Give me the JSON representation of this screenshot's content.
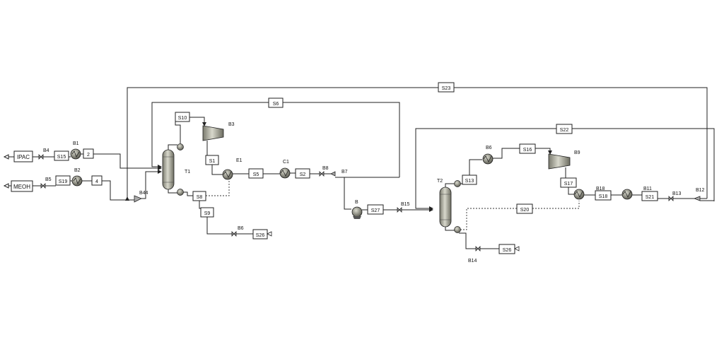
{
  "feeds": {
    "ipac": "IPAC",
    "meoh": "MEOH"
  },
  "streams": {
    "s1": "S1",
    "s2": "S2",
    "s5": "S5",
    "s6": "S6",
    "s8": "S8",
    "s9": "S9",
    "s10": "S10",
    "s13": "S13",
    "s15": "S15",
    "s16": "S16",
    "s17": "S17",
    "s18": "S18",
    "s19": "S19",
    "s20": "S20",
    "s21": "S21",
    "s22": "S22",
    "s23": "S23",
    "s26a": "S26",
    "s26b": "S26",
    "s27": "S27",
    "n2": "2",
    "n4": "4"
  },
  "blocks": {
    "b1": "B1",
    "b2": "B2",
    "b3": "B3",
    "b4": "B4",
    "b5": "B5",
    "b6": "B6",
    "b7": "B7",
    "b8": "B8",
    "b9": "B9",
    "b11": "B11",
    "b12": "B12",
    "b13": "B13",
    "b14": "B14",
    "b15": "B15",
    "b18": "B18",
    "b44": "B44",
    "e1": "E1",
    "c1": "C1",
    "t1": "T1",
    "t2": "T2",
    "pump": "B",
    "b6b": "B6"
  },
  "colors": {
    "line": "#222222",
    "equipment": "#b9b9ad",
    "equipment_dark": "#6f6f63"
  }
}
